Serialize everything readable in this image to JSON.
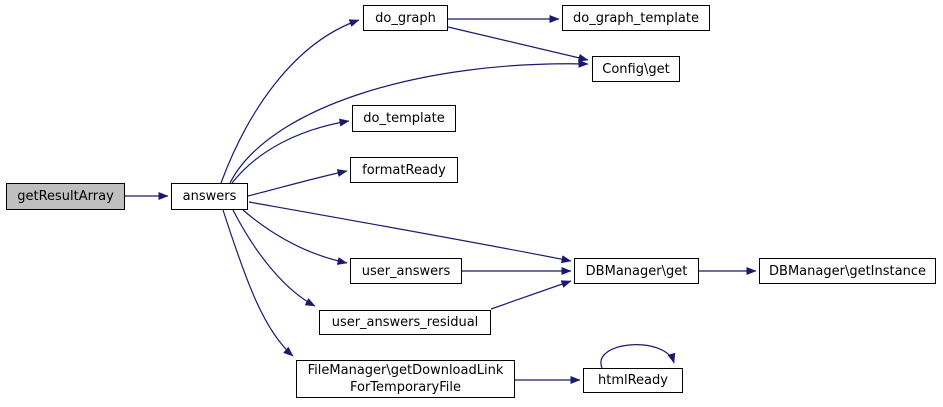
{
  "diagram": {
    "kind": "function-call-graph",
    "nodes": {
      "getResultArray": {
        "label": "getResultArray",
        "highlighted": true
      },
      "answers": {
        "label": "answers"
      },
      "do_graph": {
        "label": "do_graph"
      },
      "do_graph_template": {
        "label": "do_graph_template"
      },
      "config_get": {
        "label": "Config\\get"
      },
      "do_template": {
        "label": "do_template"
      },
      "formatReady": {
        "label": "formatReady"
      },
      "user_answers": {
        "label": "user_answers"
      },
      "user_answers_residual": {
        "label": "user_answers_residual"
      },
      "dbmanager_get": {
        "label": "DBManager\\get"
      },
      "dbmanager_getinstance": {
        "label": "DBManager\\getInstance"
      },
      "filemanager_getdownloadlink": {
        "label": "FileManager\\getDownloadLink\nForTemporaryFile"
      },
      "htmlReady": {
        "label": "htmlReady"
      }
    },
    "edges": [
      {
        "from": "getResultArray",
        "to": "answers"
      },
      {
        "from": "answers",
        "to": "do_graph"
      },
      {
        "from": "answers",
        "to": "config_get"
      },
      {
        "from": "answers",
        "to": "do_template"
      },
      {
        "from": "answers",
        "to": "formatReady"
      },
      {
        "from": "answers",
        "to": "dbmanager_get"
      },
      {
        "from": "answers",
        "to": "user_answers"
      },
      {
        "from": "answers",
        "to": "user_answers_residual"
      },
      {
        "from": "answers",
        "to": "filemanager_getdownloadlink"
      },
      {
        "from": "do_graph",
        "to": "do_graph_template"
      },
      {
        "from": "do_graph",
        "to": "config_get"
      },
      {
        "from": "user_answers",
        "to": "dbmanager_get"
      },
      {
        "from": "user_answers_residual",
        "to": "dbmanager_get"
      },
      {
        "from": "dbmanager_get",
        "to": "dbmanager_getinstance"
      },
      {
        "from": "filemanager_getdownloadlink",
        "to": "htmlReady"
      },
      {
        "from": "htmlReady",
        "to": "htmlReady"
      }
    ],
    "colors": {
      "edge": "#191970",
      "node_border": "#000000",
      "node_fill": "#ffffff",
      "node_fill_highlight": "#bfbfbf",
      "text": "#000000",
      "background": "#ffffff"
    }
  }
}
